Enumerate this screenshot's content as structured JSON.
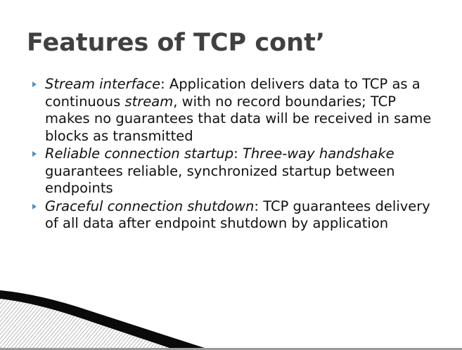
{
  "slide": {
    "title": "Features of TCP cont’",
    "bullets": [
      {
        "term": "Stream interface",
        "text_1": ": Application delivers data to TCP as a continuous ",
        "emphasis": "stream",
        "text_2": ", with no record boundaries; TCP makes no guarantees that data will be received in same blocks as transmitted"
      },
      {
        "term": "Reliable connection startup",
        "text_1": ": ",
        "emphasis": "Three-way handshake",
        "text_2": " guarantees reliable, synchronized startup between endpoints"
      },
      {
        "term": "Graceful connection shutdown",
        "text_1": ": TCP guarantees delivery of all data after endpoint shutdown by application",
        "emphasis": "",
        "text_2": ""
      }
    ]
  },
  "colors": {
    "title": "#404040",
    "body_text": "#111111",
    "bullet_marker": "#4f8fc7",
    "deco_dark": "#0a0a0a",
    "deco_stripe": "#8a8a8a"
  },
  "icons": {
    "bullet": "blue-triangle-bullet-icon"
  }
}
